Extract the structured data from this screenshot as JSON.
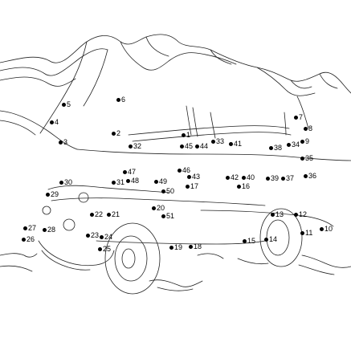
{
  "puzzle": {
    "dots": [
      {
        "n": "1"
      },
      {
        "n": "2"
      },
      {
        "n": "3"
      },
      {
        "n": "4"
      },
      {
        "n": "5"
      },
      {
        "n": "6"
      },
      {
        "n": "7"
      },
      {
        "n": "8"
      },
      {
        "n": "9"
      },
      {
        "n": "10"
      },
      {
        "n": "11"
      },
      {
        "n": "12"
      },
      {
        "n": "13"
      },
      {
        "n": "14"
      },
      {
        "n": "15"
      },
      {
        "n": "16"
      },
      {
        "n": "17"
      },
      {
        "n": "18"
      },
      {
        "n": "19"
      },
      {
        "n": "20"
      },
      {
        "n": "21"
      },
      {
        "n": "22"
      },
      {
        "n": "23"
      },
      {
        "n": "24"
      },
      {
        "n": "25"
      },
      {
        "n": "26"
      },
      {
        "n": "27"
      },
      {
        "n": "28"
      },
      {
        "n": "29"
      },
      {
        "n": "30"
      },
      {
        "n": "31"
      },
      {
        "n": "32"
      },
      {
        "n": "33"
      },
      {
        "n": "34"
      },
      {
        "n": "35"
      },
      {
        "n": "36"
      },
      {
        "n": "37"
      },
      {
        "n": "38"
      },
      {
        "n": "39"
      },
      {
        "n": "40"
      },
      {
        "n": "41"
      },
      {
        "n": "42"
      },
      {
        "n": "43"
      },
      {
        "n": "44"
      },
      {
        "n": "45"
      },
      {
        "n": "46"
      },
      {
        "n": "47"
      },
      {
        "n": "48"
      },
      {
        "n": "49"
      },
      {
        "n": "50"
      },
      {
        "n": "51"
      }
    ]
  }
}
